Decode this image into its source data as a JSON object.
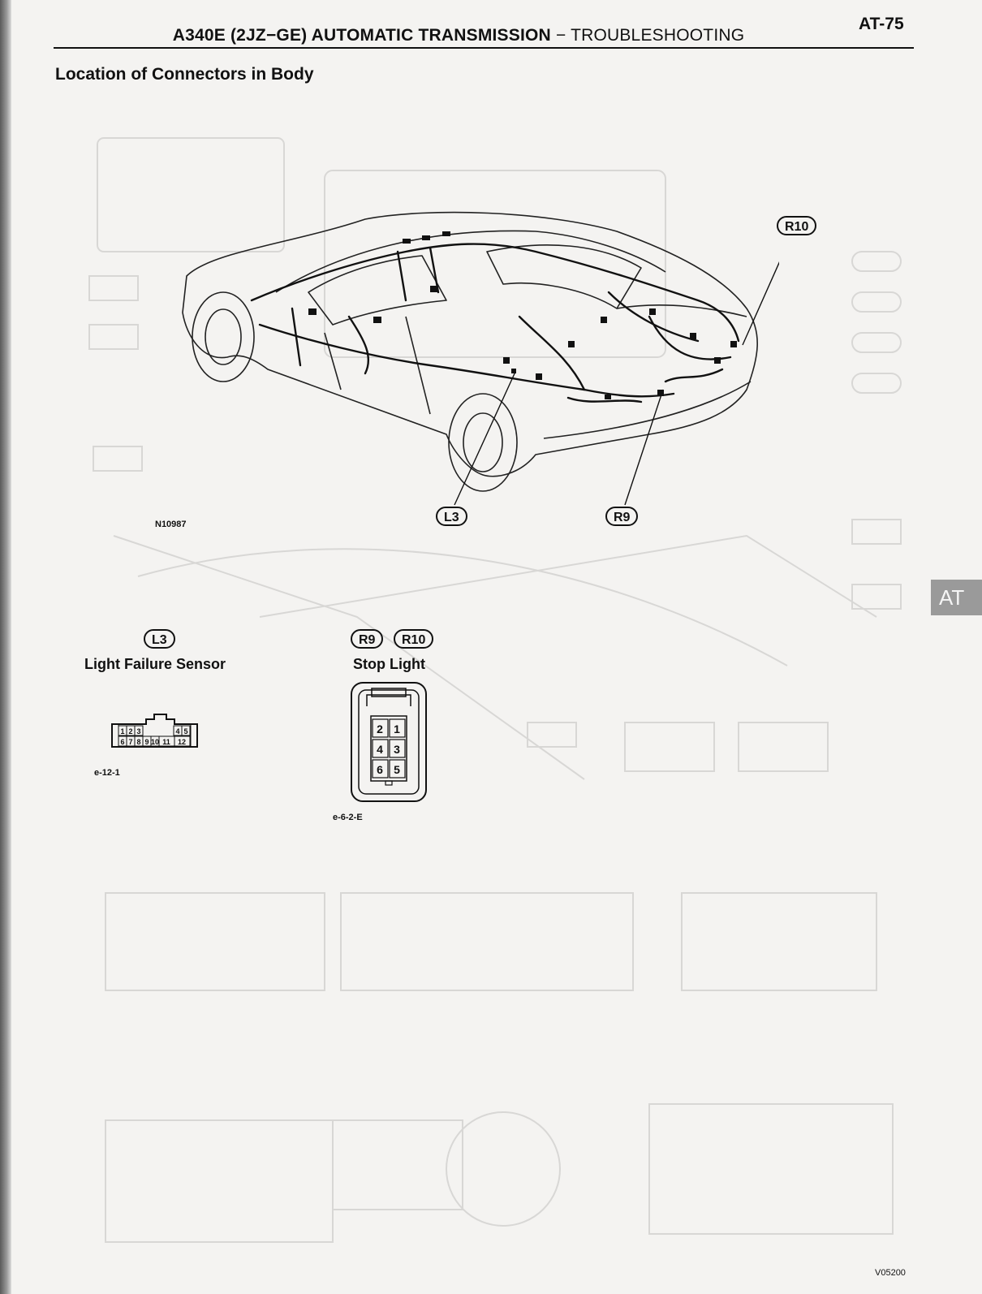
{
  "header": {
    "title_bold": "A340E (2JZ−GE) AUTOMATIC TRANSMISSION",
    "title_separator": " − ",
    "title_section": "TROUBLESHOOTING",
    "page_number": "AT-75"
  },
  "section_title": "Location of Connectors in Body",
  "side_tab": "AT",
  "diagram": {
    "figure_code": "N10987",
    "callouts": {
      "r10": "R10",
      "l3": "L3",
      "r9": "R9"
    }
  },
  "connectors": {
    "light_failure_sensor": {
      "code": "L3",
      "name": "Light Failure Sensor",
      "ref": "e-12-1",
      "top_pins": [
        "1",
        "2",
        "3",
        "4",
        "5"
      ],
      "bottom_pins": [
        "6",
        "7",
        "8",
        "9",
        "10",
        "11",
        "12"
      ]
    },
    "stop_light": {
      "codes": [
        "R9",
        "R10"
      ],
      "name": "Stop Light",
      "ref": "e-6-2-E",
      "pins": [
        "2",
        "1",
        "4",
        "3",
        "6",
        "5"
      ]
    }
  },
  "footer_code": "V05200"
}
